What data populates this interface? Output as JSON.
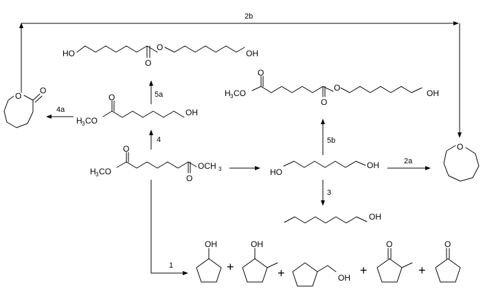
{
  "atoms": {
    "oh": "OH",
    "ho": "HO",
    "o": "O",
    "h": "H",
    "c": "C",
    "co": "CO",
    "ch": "OCH",
    "sub3": "3"
  },
  "steps": {
    "s1": "1",
    "s2a": "2a",
    "s2b": "2b",
    "s3": "3",
    "s4": "4",
    "s4a": "4a",
    "s5a": "5a",
    "s5b": "5b"
  },
  "plus": "+",
  "colors": {
    "ink": "#000000",
    "background": "#ffffff"
  }
}
